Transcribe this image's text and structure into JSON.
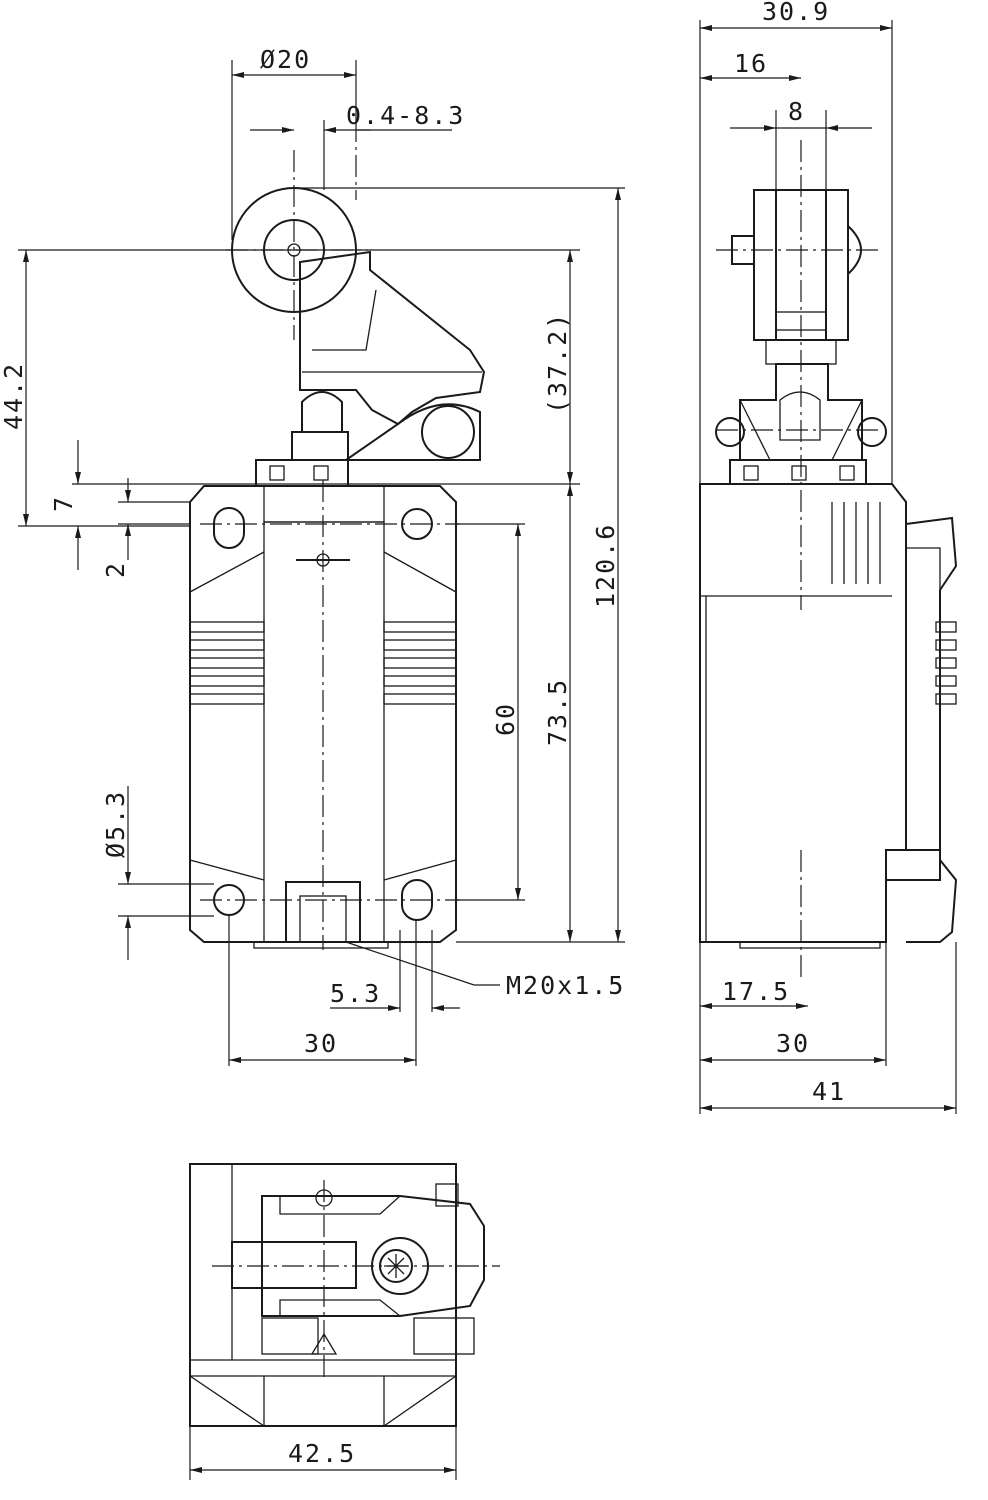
{
  "drawing": {
    "front_view": {
      "dimensions": {
        "roller_diameter": "Ø20",
        "actuator_offset": "0.4-8.3",
        "height_actuator": "44.2",
        "height_reference": "(37.2)",
        "overall_height": "120.6",
        "mount_offset_7": "7",
        "mount_offset_2": "2",
        "hole_spacing_vertical": "60",
        "body_height": "73.5",
        "mount_hole_diameter": "Ø5.3",
        "thread": "M20x1.5",
        "hole_offset_horizontal": "5.3",
        "hole_spacing_horizontal": "30"
      }
    },
    "side_view": {
      "dimensions": {
        "top_width": "30.9",
        "roller_offset": "16",
        "roller_width": "8",
        "mount_depth": "17.5",
        "body_depth": "30",
        "overall_depth": "41"
      }
    },
    "top_view": {
      "dimensions": {
        "overall_width": "42.5"
      }
    }
  }
}
